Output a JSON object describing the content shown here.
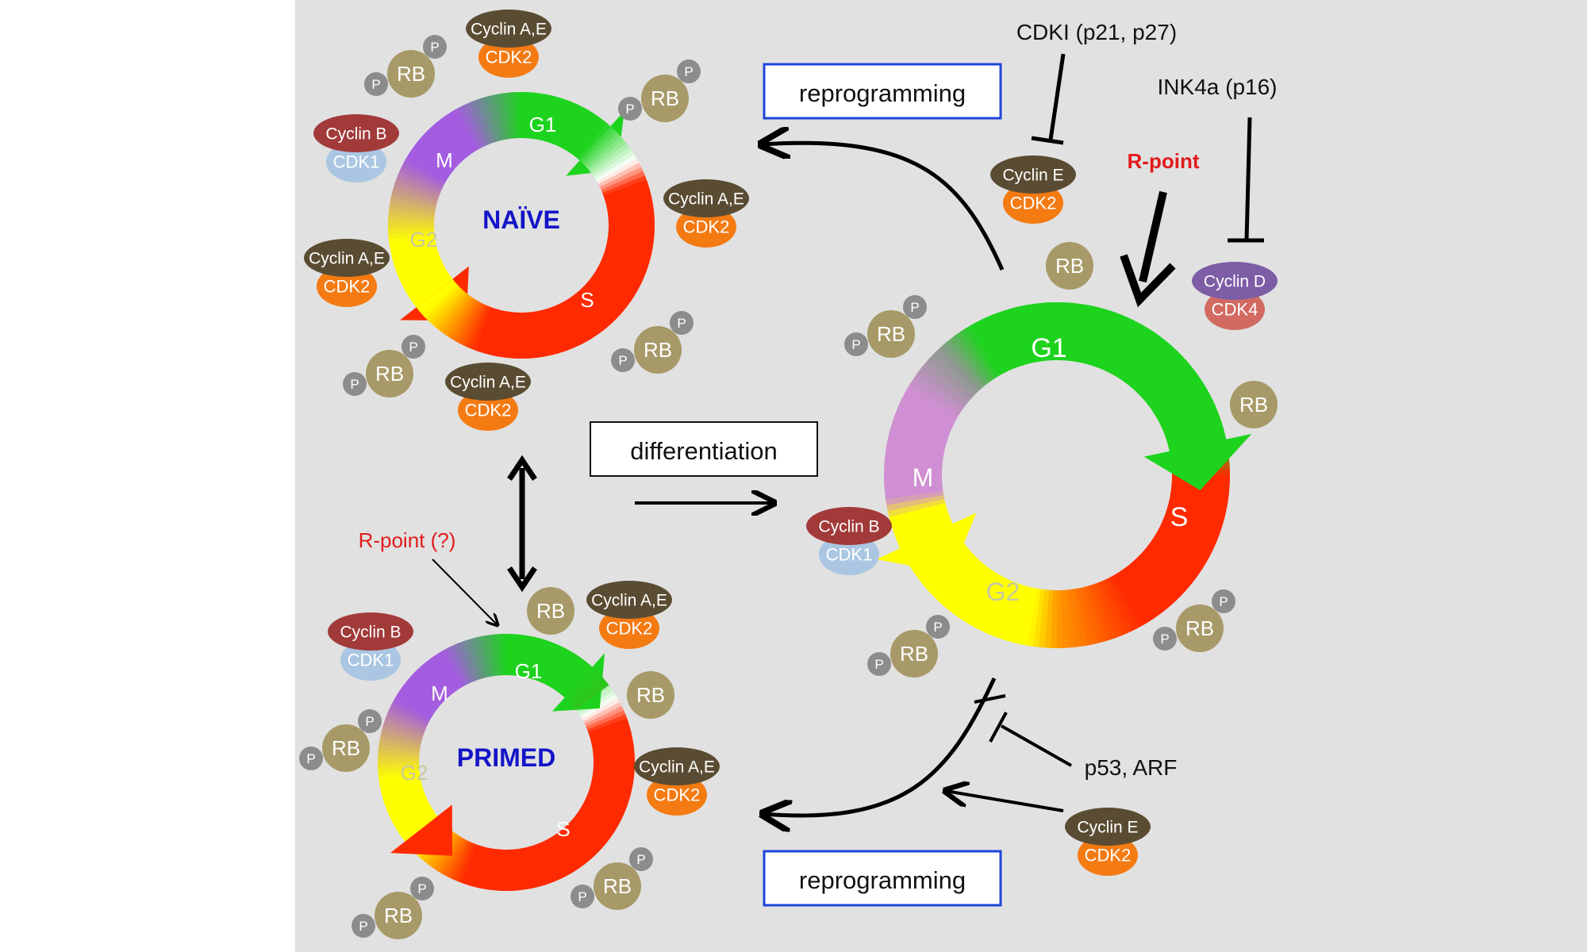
{
  "cycles": {
    "naive": {
      "title": "NAÏVE",
      "phases": {
        "g1": "G1",
        "s": "S",
        "g2": "G2",
        "m": "M"
      }
    },
    "primed": {
      "title": "PRIMED",
      "phases": {
        "g1": "G1",
        "s": "S",
        "g2": "G2",
        "m": "M"
      }
    },
    "differentiated": {
      "phases": {
        "g1": "G1",
        "s": "S",
        "g2": "G2",
        "m": "M"
      }
    }
  },
  "labels": {
    "reprogramming_top": "reprogramming",
    "reprogramming_bottom": "reprogramming",
    "differentiation": "differentiation",
    "cdki": "CDKI (p21, p27)",
    "ink4a": "INK4a (p16)",
    "r_point": "R-point",
    "r_point_q": "R-point (?)",
    "p53_arf": "p53, ARF"
  },
  "molecules": {
    "cyclin_ae": "Cyclin A,E",
    "cyclin_b": "Cyclin B",
    "cyclin_e": "Cyclin E",
    "cyclin_d": "Cyclin D",
    "cdk1": "CDK1",
    "cdk2": "CDK2",
    "cdk4": "CDK4",
    "rb": "RB",
    "p": "P"
  },
  "colors": {
    "g1": "#1ed31e",
    "s": "#ff2a00",
    "g2": "#ffff00",
    "m": "#a45ce0",
    "m_light": "#cf8fd2",
    "cycle_title": "#1414c8",
    "r_point": "#e21b1b",
    "rb": "#a79a68",
    "p": "#8c8c8c",
    "cyclin_ae": "#5a4c32",
    "cyclin_b": "#a23a3a",
    "cyclin_d": "#7d5da6",
    "cdk1": "#aac6e2",
    "cdk2": "#f47a12",
    "cdk4": "#d26a62",
    "box_blue": "#1f45d9",
    "box_black": "#111111"
  }
}
